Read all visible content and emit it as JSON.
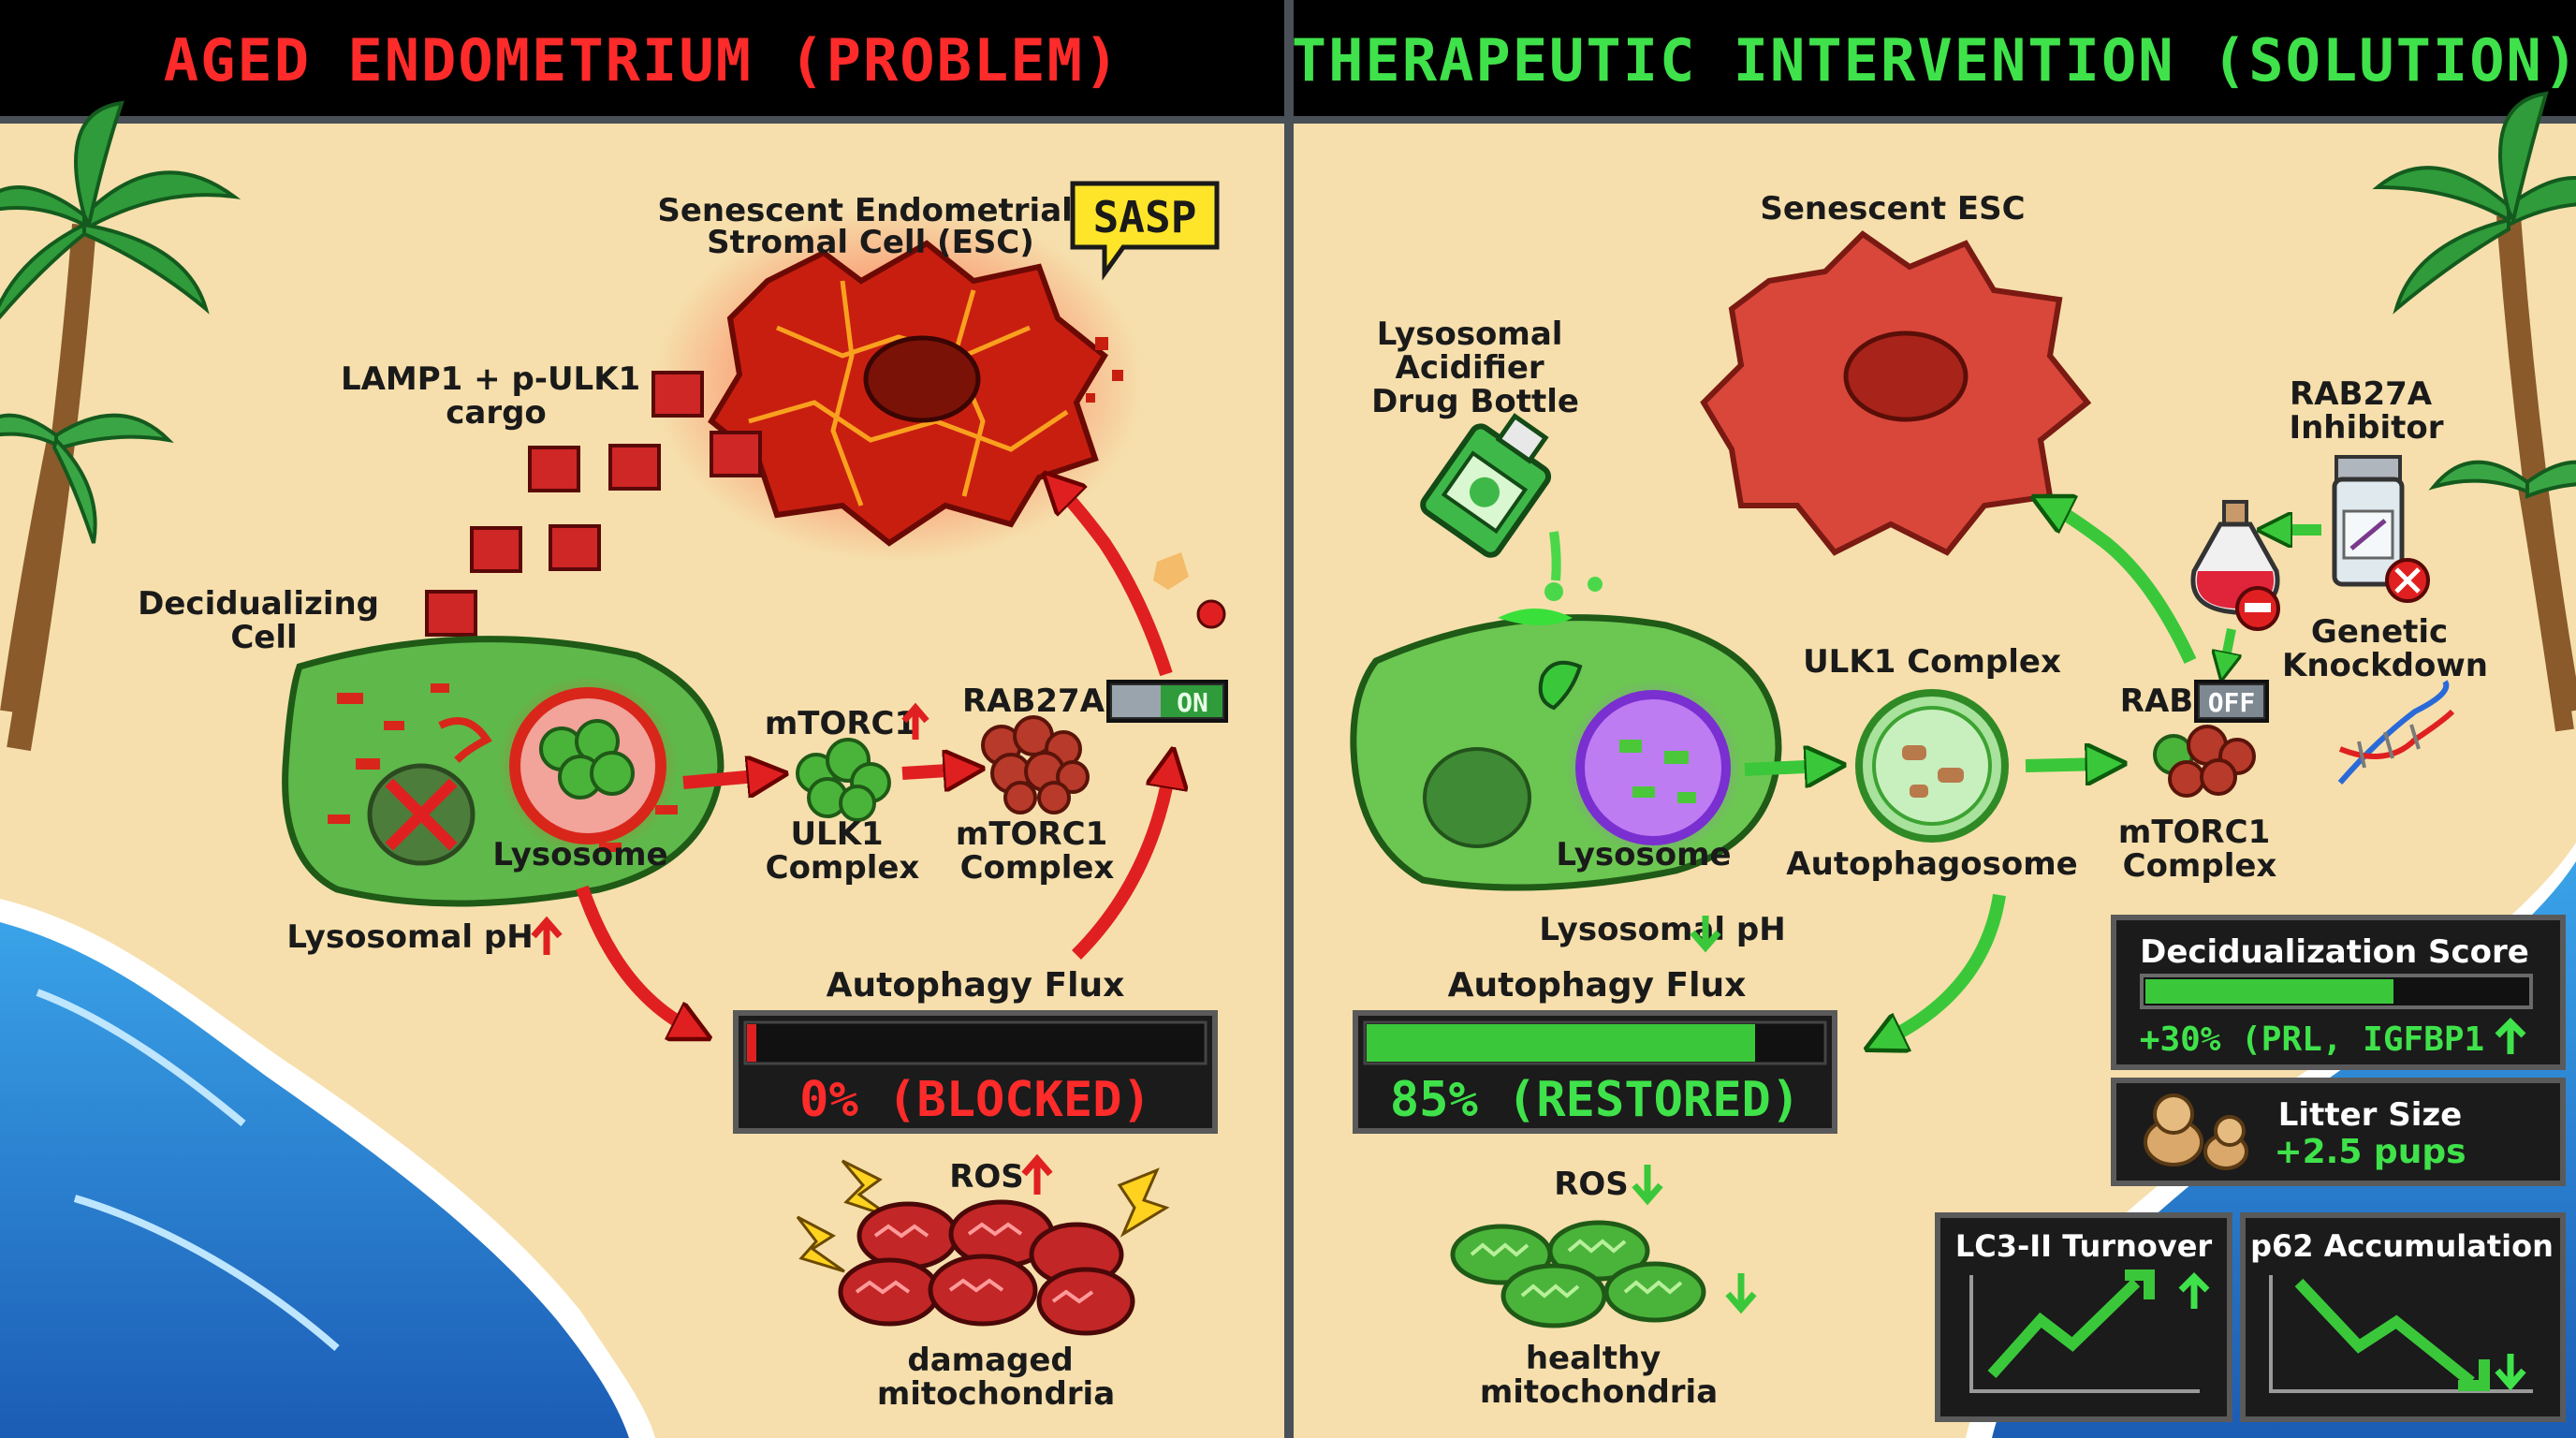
{
  "headers": {
    "left": "AGED ENDOMETRIUM (PROBLEM)",
    "right": "THERAPEUTIC INTERVENTION (SOLUTION)"
  },
  "left": {
    "senescent_title": [
      "Senescent Endometrial",
      "Stromal Cell (ESC)"
    ],
    "sasp": "SASP",
    "cargo": [
      "LAMP1 + p-ULK1",
      "cargo"
    ],
    "decidualizing": [
      "Decidualizing",
      "Cell"
    ],
    "lysosome": "Lysosome",
    "mtorc1_up": "mTORC1",
    "ulk1": [
      "ULK1",
      "Complex"
    ],
    "rab27a": "RAB27A",
    "switch_on": "ON",
    "mtorc1_complex": [
      "mTORC1",
      "Complex"
    ],
    "lysosomal_ph": "Lysosomal pH",
    "autophagy_flux": "Autophagy Flux",
    "flux_value": "0% (BLOCKED)",
    "flux_level": 0.02,
    "ros": "ROS",
    "mito": [
      "damaged",
      "mitochondria"
    ]
  },
  "right": {
    "senescent_title": "Senescent ESC",
    "drug": [
      "Lysosomal",
      "Acidifier",
      "Drug Bottle"
    ],
    "rab27a_inhibitor": [
      "RAB27A",
      "Inhibitor"
    ],
    "genetic": [
      "Genetic",
      "Knockdown"
    ],
    "lysosome": "Lysosome",
    "ulk1_complex": "ULK1 Complex",
    "autophagosome": "Autophagosome",
    "rab": "RAB",
    "switch_off": "OFF",
    "mtorc1_complex": [
      "mTORC1",
      "Complex"
    ],
    "lysosomal_ph": "Lysosomal pH",
    "autophagy_flux": "Autophagy Flux",
    "flux_value": "85% (RESTORED)",
    "flux_level": 0.85,
    "ros": "ROS",
    "mito": [
      "healthy",
      "mitochondria"
    ]
  },
  "metrics": {
    "decid_title": "Decidualization Score",
    "decid_level": 0.65,
    "decid_value": "+30% (PRL, IGFBP1",
    "litter_title": "Litter Size",
    "litter_value": "+2.5 pups",
    "lc3_title": "LC3-II Turnover",
    "p62_title": "p62 Accumulation"
  },
  "colors": {
    "sand": "#f6dfac",
    "red": "#e02020",
    "green": "#3ac83a",
    "cell_green": "#5fb84a",
    "panel_bg": "#1b1b1b"
  }
}
